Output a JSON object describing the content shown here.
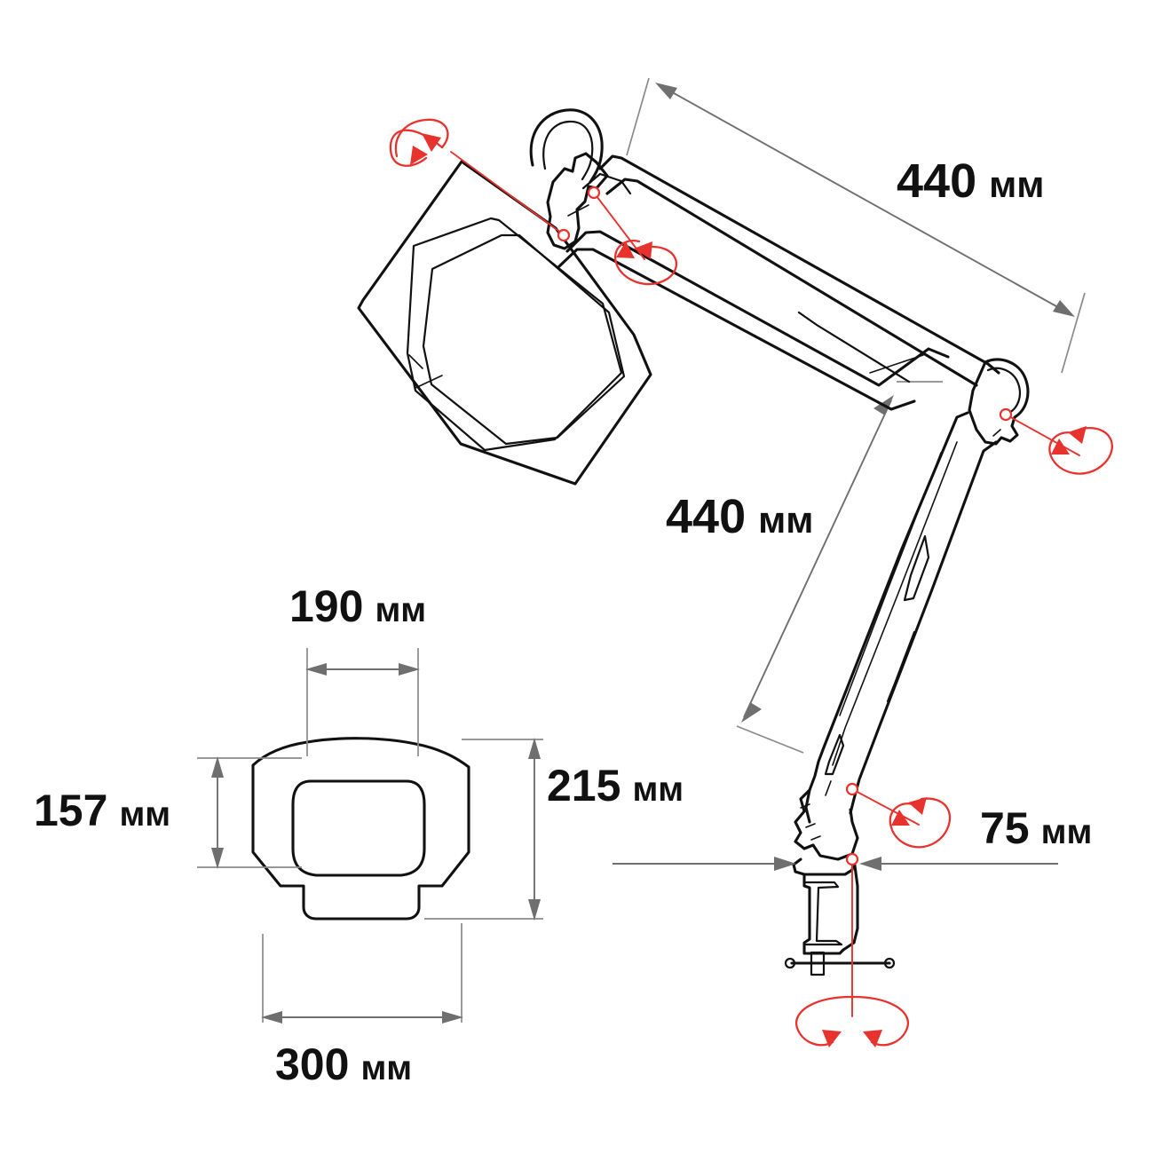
{
  "drawing": {
    "title": "Magnifier lamp dimensional drawing",
    "background_color": "#ffffff",
    "line_color": "#111111",
    "dimension_color": "#6f6f6f",
    "rotation_color": "#e8322d",
    "unit_label": "мм"
  },
  "dimensions": {
    "upper_arm_length": {
      "value": "440",
      "unit": "мм",
      "full": "440 мм"
    },
    "lower_arm_length": {
      "value": "440",
      "unit": "мм",
      "full": "440 мм"
    },
    "head_width": {
      "value": "190",
      "unit": "мм",
      "full": "190 мм"
    },
    "head_height": {
      "value": "157",
      "unit": "мм",
      "full": "157 мм"
    },
    "head_total_height": {
      "value": "215",
      "unit": "мм",
      "full": "215 мм"
    },
    "head_total_width": {
      "value": "300",
      "unit": "мм",
      "full": "300 мм"
    },
    "clamp_thickness": {
      "value": "75",
      "unit": "мм",
      "full": "75 мм"
    }
  },
  "views": {
    "side_view": {
      "name": "side-assembly-view",
      "parts": [
        "lamp-head",
        "head-hinge",
        "upper-arm",
        "elbow-joint",
        "lower-arm",
        "base-joint",
        "table-clamp",
        "clamp-screw"
      ]
    },
    "front_view": {
      "name": "front-head-view",
      "parts": [
        "head-shell-outline",
        "lens-outline",
        "neck-tab"
      ]
    }
  },
  "rotation_indicators": [
    {
      "name": "head-tilt-axis",
      "label": ""
    },
    {
      "name": "head-hinge-axis",
      "label": ""
    },
    {
      "name": "elbow-axis",
      "label": ""
    },
    {
      "name": "base-pivot-axis",
      "label": ""
    },
    {
      "name": "clamp-vertical-axis",
      "label": ""
    }
  ]
}
